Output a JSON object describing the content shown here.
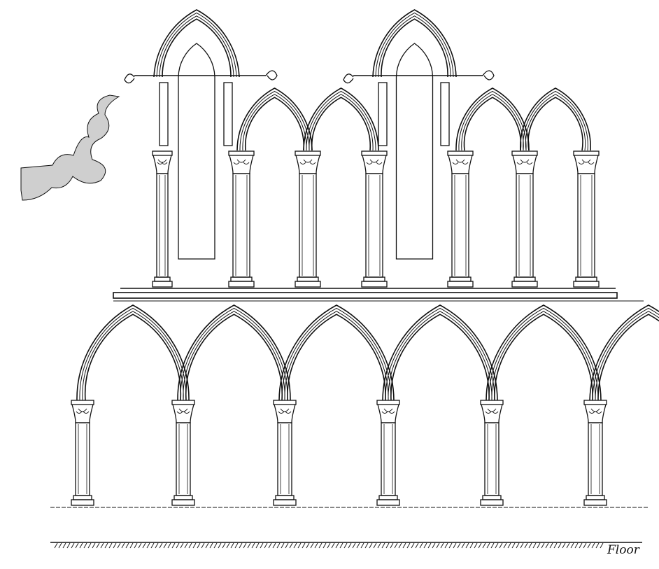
{
  "drawing": {
    "floor_label": "Floor",
    "ink_color": "#111111",
    "lower_arcade_columns": 6,
    "upper_arcade_columns": 7,
    "lancet_windows": 2
  }
}
